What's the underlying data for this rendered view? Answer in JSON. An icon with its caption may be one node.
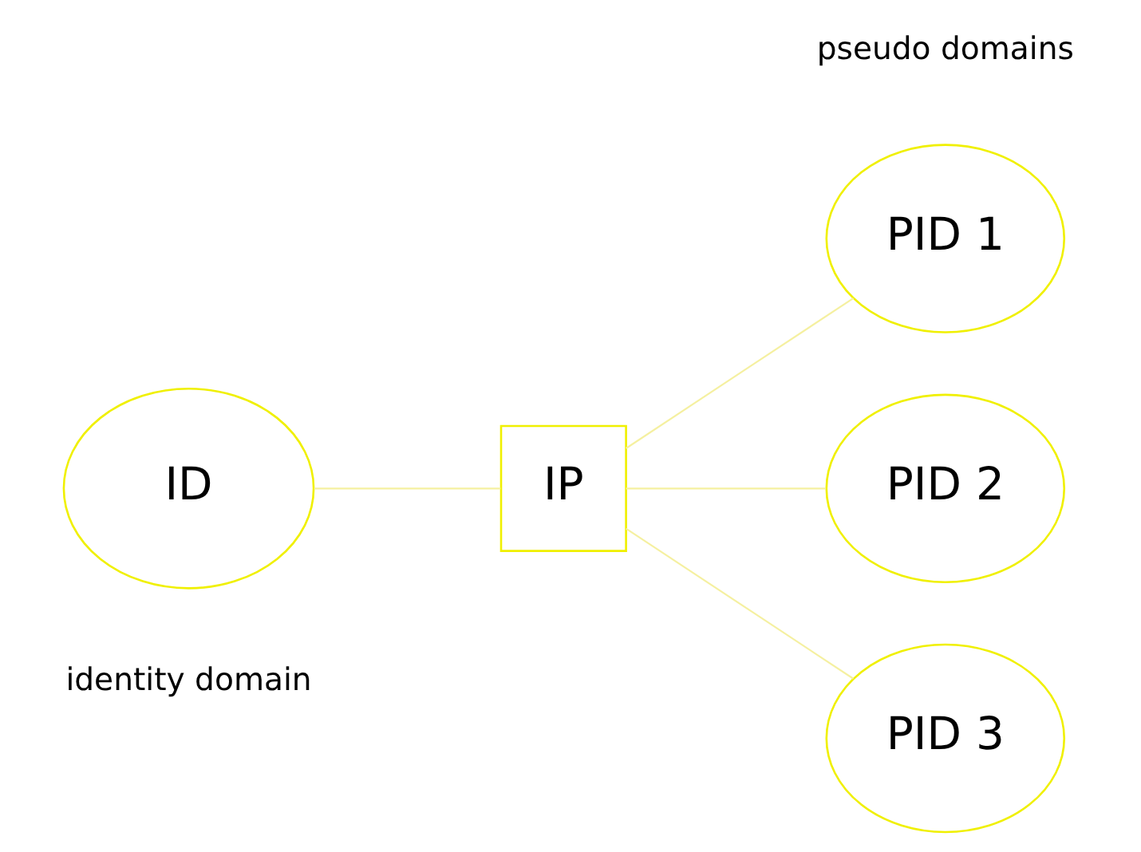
{
  "diagram": {
    "nodes": [
      {
        "text": [
          "ID"
        ]
      },
      {
        "text": [
          "IP"
        ]
      },
      {
        "text": [
          "PID 1"
        ]
      },
      {
        "text": [
          "PID 2"
        ]
      },
      {
        "text": [
          "PID 3"
        ]
      }
    ],
    "edges": [
      {
        "from": 0,
        "to": 1,
        "arrow": "none"
      },
      {
        "from": 1,
        "to": 2,
        "arrow": "none"
      },
      {
        "from": 1,
        "to": 3,
        "arrow": "none"
      },
      {
        "from": 1,
        "to": 4,
        "arrow": "none"
      }
    ],
    "labels": [
      "identity domain",
      "pseudo domains"
    ]
  }
}
